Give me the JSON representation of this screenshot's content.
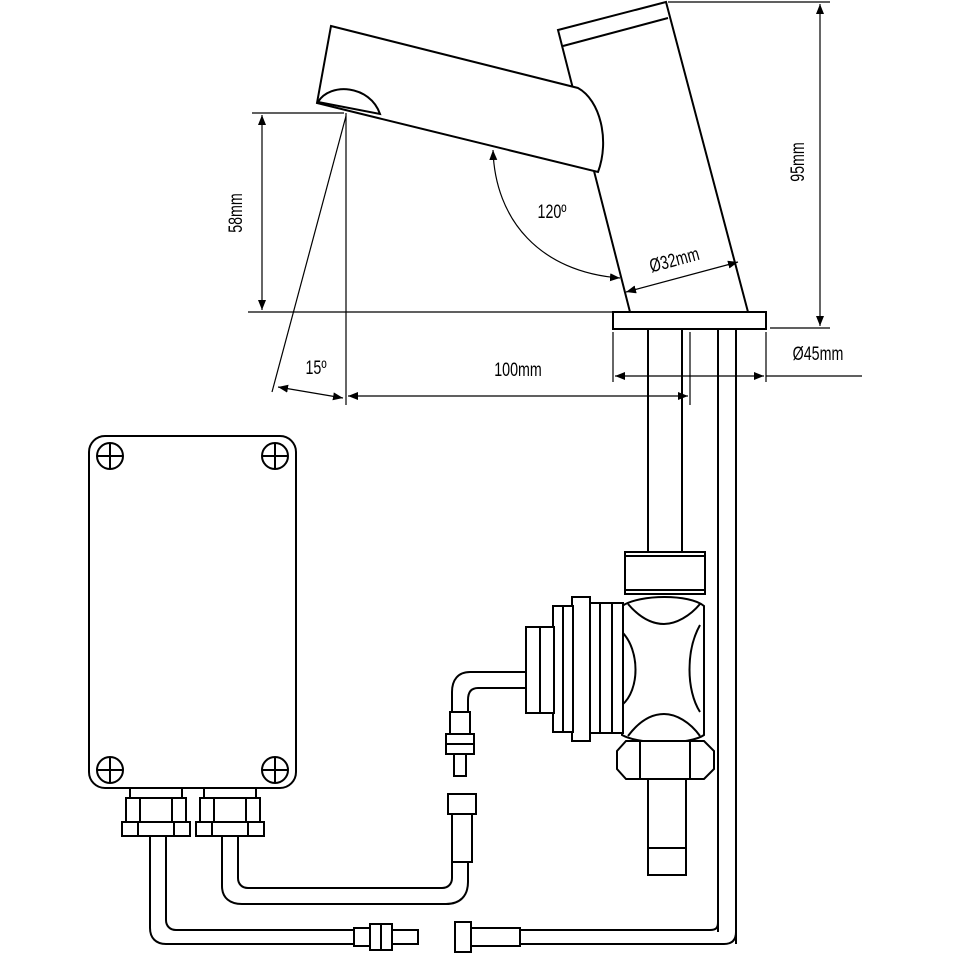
{
  "dimensions": {
    "height_spout": "58mm",
    "height_total": "95mm",
    "angle_spout": "120º",
    "diameter_body": "Ø32mm",
    "diameter_base": "Ø45mm",
    "reach": "100mm",
    "angle_sensor": "15º"
  }
}
